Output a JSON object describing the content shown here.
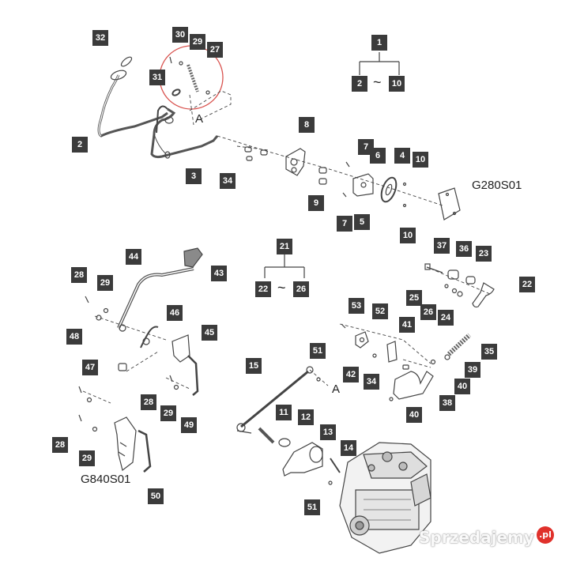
{
  "diagram": {
    "codes": {
      "upper": "G280S01",
      "lower": "G840S01"
    },
    "reference_letter": "A",
    "range_symbol": "~",
    "watermark": {
      "text": "Sprzedajemy",
      "badge": ".pl"
    },
    "highlight_color": "#d9534f",
    "callout_color": "#3b3b3b",
    "callouts": [
      "32",
      "30",
      "29",
      "27",
      "31",
      "2",
      "3",
      "34",
      "8",
      "7",
      "6",
      "4",
      "10",
      "9",
      "7",
      "5",
      "10",
      "1",
      "2",
      "10",
      "28",
      "29",
      "44",
      "43",
      "48",
      "46",
      "45",
      "47",
      "28",
      "29",
      "49",
      "28",
      "29",
      "50",
      "21",
      "22",
      "26",
      "37",
      "36",
      "23",
      "22",
      "25",
      "26",
      "24",
      "53",
      "52",
      "41",
      "35",
      "42",
      "34",
      "39",
      "40",
      "38",
      "40",
      "51",
      "15",
      "11",
      "12",
      "13",
      "14",
      "51"
    ]
  }
}
